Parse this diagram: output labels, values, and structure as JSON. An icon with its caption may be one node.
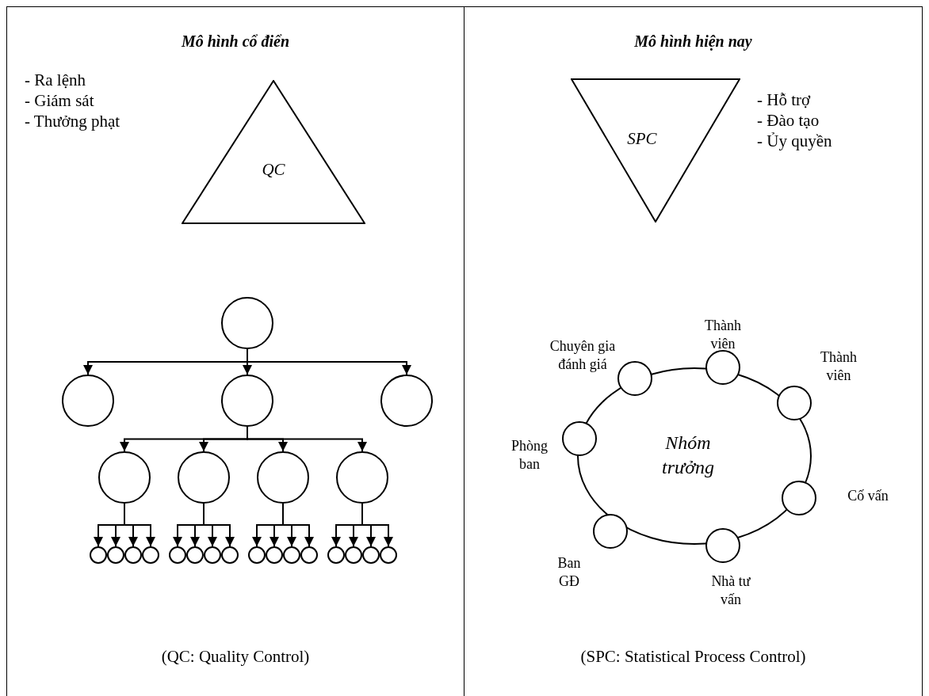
{
  "diagram": {
    "nodes": [
      {
        "text": [
          "Mô hình cổ điển",
          "(QC: Quality Control)"
        ]
      },
      {
        "text": [
          "QC"
        ],
        "in": 0,
        "beside": [
          "- Ra lệnh",
          "- Giám sát",
          "- Thưởng phạt"
        ]
      },
      {
        "text": [],
        "shape": "circle",
        "in": 0
      },
      {
        "text": [],
        "shape": "circle",
        "in": 0
      },
      {
        "text": [],
        "shape": "circle",
        "in": 0
      },
      {
        "text": [],
        "shape": "circle",
        "in": 0
      },
      {
        "text": [],
        "shape": "circle",
        "in": 0
      },
      {
        "text": [],
        "shape": "circle",
        "in": 0
      },
      {
        "text": [],
        "shape": "circle",
        "in": 0
      },
      {
        "text": [],
        "shape": "circle",
        "in": 0
      },
      {
        "text": [],
        "shape": "circle",
        "in": 0
      },
      {
        "text": [],
        "shape": "circle",
        "in": 0
      },
      {
        "text": [],
        "shape": "circle",
        "in": 0
      },
      {
        "text": [],
        "shape": "circle",
        "in": 0
      },
      {
        "text": [],
        "shape": "circle",
        "in": 0
      },
      {
        "text": [],
        "shape": "circle",
        "in": 0
      },
      {
        "text": [],
        "shape": "circle",
        "in": 0
      },
      {
        "text": [],
        "shape": "circle",
        "in": 0
      },
      {
        "text": [],
        "shape": "circle",
        "in": 0
      },
      {
        "text": [],
        "shape": "circle",
        "in": 0
      },
      {
        "text": [],
        "shape": "circle",
        "in": 0
      },
      {
        "text": [],
        "shape": "circle",
        "in": 0
      },
      {
        "text": [],
        "shape": "circle",
        "in": 0
      },
      {
        "text": [],
        "shape": "circle",
        "in": 0
      },
      {
        "text": [],
        "shape": "circle",
        "in": 0
      },
      {
        "text": [],
        "shape": "circle",
        "in": 0
      },
      {
        "text": [
          "Mô hình hiện nay",
          "(SPC: Statistical Process Control)"
        ]
      },
      {
        "text": [
          "SPC"
        ],
        "in": 26,
        "beside": [
          "- Hỗ trợ",
          "- Đào tạo",
          "- Ủy quyền"
        ]
      },
      {
        "text": [
          "Nhóm trưởng"
        ],
        "in": 26
      },
      {
        "text": [],
        "shape": "circle",
        "in": 26,
        "beside": [
          "Chuyên gia đánh giá"
        ]
      },
      {
        "text": [],
        "shape": "circle",
        "in": 26,
        "beside": [
          "Thành viên"
        ]
      },
      {
        "text": [],
        "shape": "circle",
        "in": 26,
        "beside": [
          "Thành viên"
        ]
      },
      {
        "text": [],
        "shape": "circle",
        "in": 26,
        "beside": [
          "Phòng ban"
        ]
      },
      {
        "text": [],
        "shape": "circle",
        "in": 26,
        "beside": [
          "Cố vấn"
        ]
      },
      {
        "text": [],
        "shape": "circle",
        "in": 26,
        "beside": [
          "Ban GĐ"
        ]
      },
      {
        "text": [],
        "shape": "circle",
        "in": 26,
        "beside": [
          "Nhà tư vấn"
        ]
      }
    ],
    "edges": [
      {
        "from": 2,
        "to": 3,
        "arrow": "to"
      },
      {
        "from": 2,
        "to": 4,
        "arrow": "to"
      },
      {
        "from": 2,
        "to": 5,
        "arrow": "to"
      },
      {
        "from": 4,
        "to": 6,
        "arrow": "to"
      },
      {
        "from": 4,
        "to": 7,
        "arrow": "to"
      },
      {
        "from": 4,
        "to": 8,
        "arrow": "to"
      },
      {
        "from": 4,
        "to": 9,
        "arrow": "to"
      },
      {
        "from": 6,
        "to": 10,
        "arrow": "to"
      },
      {
        "from": 6,
        "to": 11,
        "arrow": "to"
      },
      {
        "from": 6,
        "to": 12,
        "arrow": "to"
      },
      {
        "from": 6,
        "to": 13,
        "arrow": "to"
      },
      {
        "from": 7,
        "to": 14,
        "arrow": "to"
      },
      {
        "from": 7,
        "to": 15,
        "arrow": "to"
      },
      {
        "from": 7,
        "to": 16,
        "arrow": "to"
      },
      {
        "from": 7,
        "to": 17,
        "arrow": "to"
      },
      {
        "from": 8,
        "to": 18,
        "arrow": "to"
      },
      {
        "from": 8,
        "to": 19,
        "arrow": "to"
      },
      {
        "from": 8,
        "to": 20,
        "arrow": "to"
      },
      {
        "from": 8,
        "to": 21,
        "arrow": "to"
      },
      {
        "from": 9,
        "to": 22,
        "arrow": "to"
      },
      {
        "from": 9,
        "to": 23,
        "arrow": "to"
      },
      {
        "from": 9,
        "to": 24,
        "arrow": "to"
      },
      {
        "from": 9,
        "to": 25,
        "arrow": "to"
      }
    ]
  }
}
